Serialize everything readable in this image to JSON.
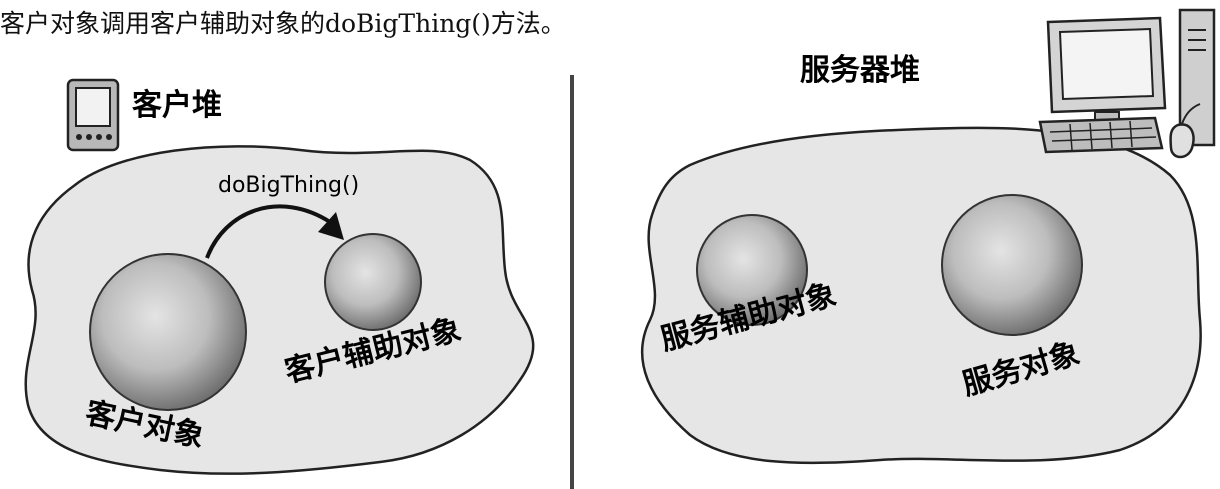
{
  "caption": "客户对象调用客户辅助对象的doBigThing()方法。",
  "client_heap": {
    "title": "客户堆",
    "device_icon": "handheld-device-icon",
    "call_label": "doBigThing()",
    "client_object_label": "客户对象",
    "client_helper_label": "客户辅助对象"
  },
  "server_heap": {
    "title": "服务器堆",
    "device_icon": "desktop-computer-icon",
    "service_helper_label": "服务辅助对象",
    "service_object_label": "服务对象"
  },
  "colors": {
    "heap_fill": "#e6e6e6",
    "outline": "#222222",
    "sphere_light": "#dcdcdc",
    "sphere_dark": "#7a7a7a"
  }
}
